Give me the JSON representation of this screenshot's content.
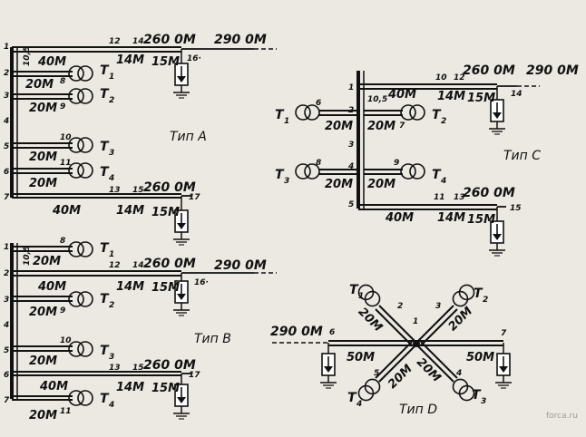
{
  "length_labels": {
    "m260": "260 0М",
    "m290": "290 0М",
    "m40": "40М",
    "m20": "20М",
    "m14": "14М",
    "m15": "15М",
    "m50": "50М",
    "d105": "10,5"
  },
  "transformers": {
    "t1": "T",
    "t2": "T",
    "t3": "T",
    "t4": "T",
    "s1": "1",
    "s2": "2",
    "s3": "3",
    "s4": "4"
  },
  "nodes": {
    "n1": "1",
    "n2": "2",
    "n3": "3",
    "n4": "4",
    "n5": "5",
    "n6": "6",
    "n7": "7",
    "n8": "8",
    "n9": "9",
    "n10": "10",
    "n11": "11",
    "n12": "12",
    "n13": "13",
    "n14": "14",
    "n15": "15",
    "n16": "16",
    "n17": "17",
    "n16dot": "16·"
  },
  "types": {
    "a": "Тип А",
    "b": "Тип В",
    "c": "Тип С",
    "d": "Тип D"
  },
  "watermark": "forca.ru"
}
